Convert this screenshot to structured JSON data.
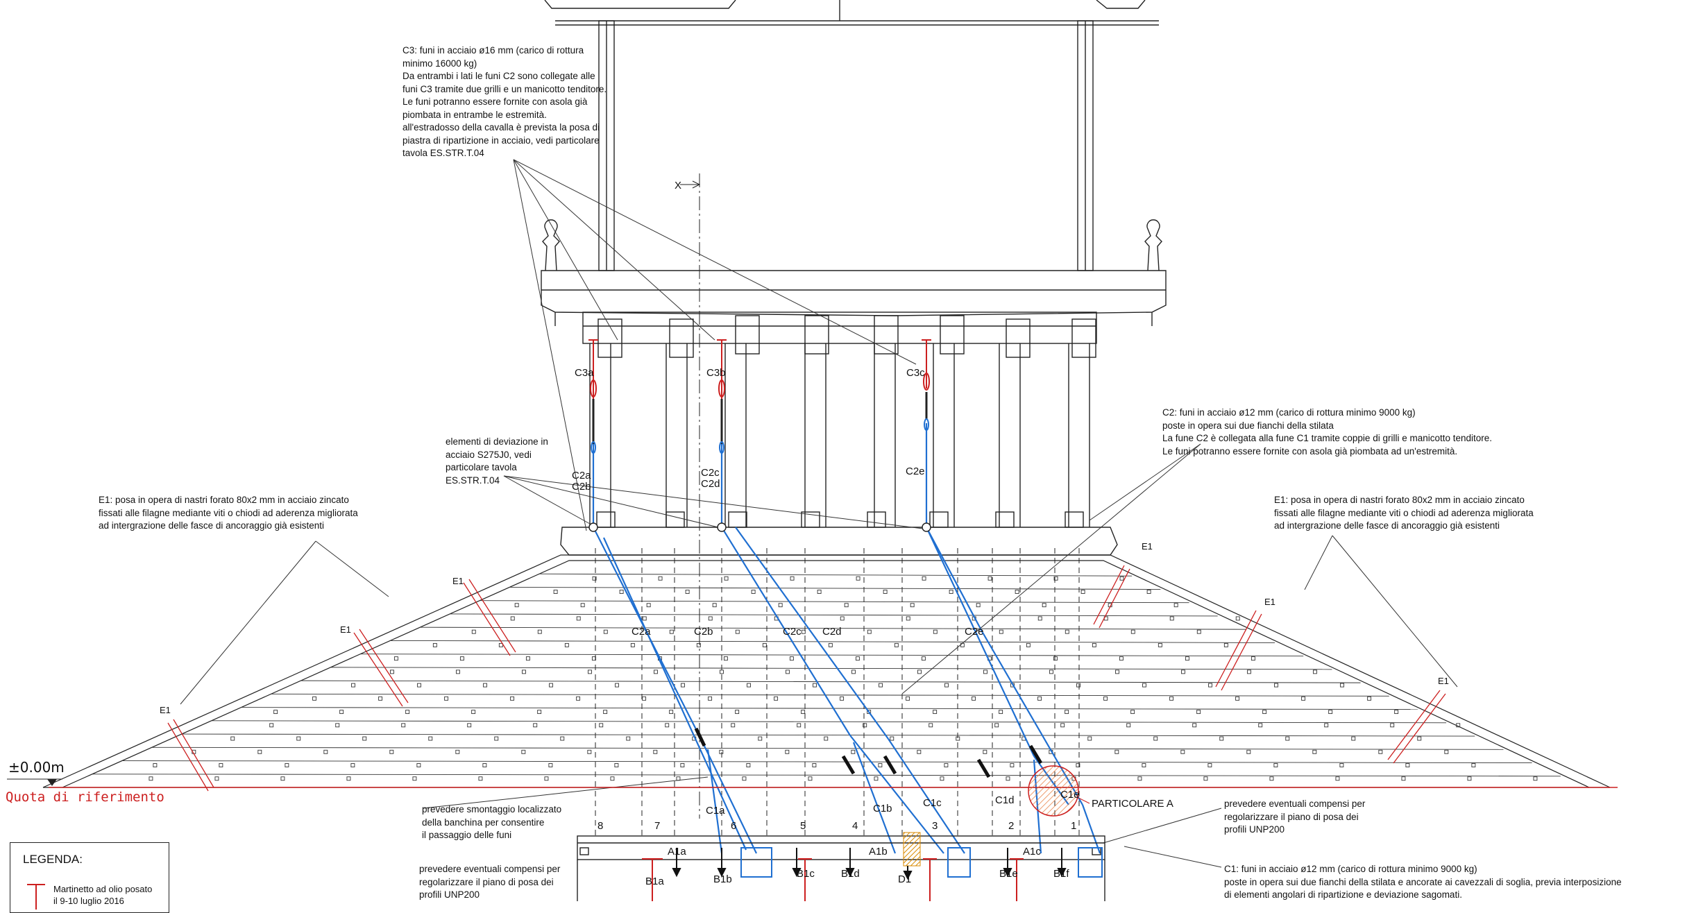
{
  "notes": {
    "c3": [
      "C3: funi in acciaio ø16 mm (carico di rottura",
      "minimo 16000 kg)",
      "Da entrambi i lati le funi C2 sono collegate alle",
      "funi C3 tramite due grilli e un manicotto tenditore.",
      "Le funi potranno essere fornite con asola già",
      "piombata in entrambe le estremità.",
      "all'estradosso della cavalla è prevista la posa di",
      "piastra di ripartizione in acciaio, vedi particolare",
      "tavola ES.STR.T.04"
    ],
    "c2": [
      "C2: funi in acciaio ø12 mm (carico di rottura minimo 9000 kg)",
      "poste in opera sui due fianchi della stilata",
      "La fune C2 è collegata alla fune C1 tramite coppie di grilli e manicotto tenditore.",
      "Le funi potranno essere fornite con asola già piombata ad un'estremità."
    ],
    "dev": [
      "elementi di deviazione in",
      "acciaio S275J0, vedi",
      "particolare tavola",
      "ES.STR.T.04"
    ],
    "e1_left": [
      "E1: posa in opera di nastri forato 80x2 mm in acciaio zincato",
      "fissati alle filagne mediante viti o chiodi ad aderenza migliorata",
      "ad intergrazione delle fasce di ancoraggio già esistenti"
    ],
    "e1_right": [
      "E1: posa in opera di nastri forato 80x2 mm in acciaio zincato",
      "fissati alle filagne mediante viti o chiodi ad aderenza migliorata",
      "ad intergrazione delle fasce di ancoraggio già esistenti"
    ],
    "smont": [
      "prevedere smontaggio localizzato",
      "della banchina per consentire",
      "il passaggio delle funi"
    ],
    "comp_left": [
      "prevedere eventuali compensi per",
      "regolarizzare il piano di posa dei",
      "profili UNP200"
    ],
    "comp_right": [
      "prevedere eventuali compensi per",
      "regolarizzare il piano di posa dei",
      "profili UNP200"
    ],
    "c1": [
      "C1: funi in acciaio ø12 mm (carico di rottura minimo 9000 kg)",
      "poste in opera sui due fianchi della stilata e ancorate ai cavezzali di soglia, previa interposizione",
      "di elementi angolari di ripartizione e deviazione sagomati."
    ]
  },
  "labels": {
    "x_section": "X",
    "zero": "±0.00m",
    "quota": "Quota di riferimento",
    "particolare": "PARTICOLARE A",
    "c3a": "C3a",
    "c3b": "C3b",
    "c3c": "C3c",
    "c2a": "C2a",
    "c2b": "C2b",
    "c2c": "C2c",
    "c2d": "C2d",
    "c2e": "C2e",
    "c1a": "C1a",
    "c1b": "C1b",
    "c1c": "C1c",
    "c1d": "C1d",
    "c1e": "C1e",
    "a1a": "A1a",
    "a1b": "A1b",
    "a1c": "A1c",
    "b1a": "B1a",
    "b1b": "B1b",
    "b1c": "B1c",
    "b1d": "B1d",
    "b1e": "B1e",
    "b1f": "B1f",
    "d1": "D1",
    "e1": "E1",
    "bays": [
      "8",
      "7",
      "6",
      "5",
      "4",
      "3",
      "2",
      "1"
    ]
  },
  "legend": {
    "title": "LEGENDA:",
    "item": [
      "Martinetto ad olio posato",
      "il 9-10 luglio 2016"
    ]
  },
  "colors": {
    "cable": "#1f6fd1",
    "red": "#cc1f1f",
    "hatch": "#e8793a",
    "line": "#222222"
  }
}
